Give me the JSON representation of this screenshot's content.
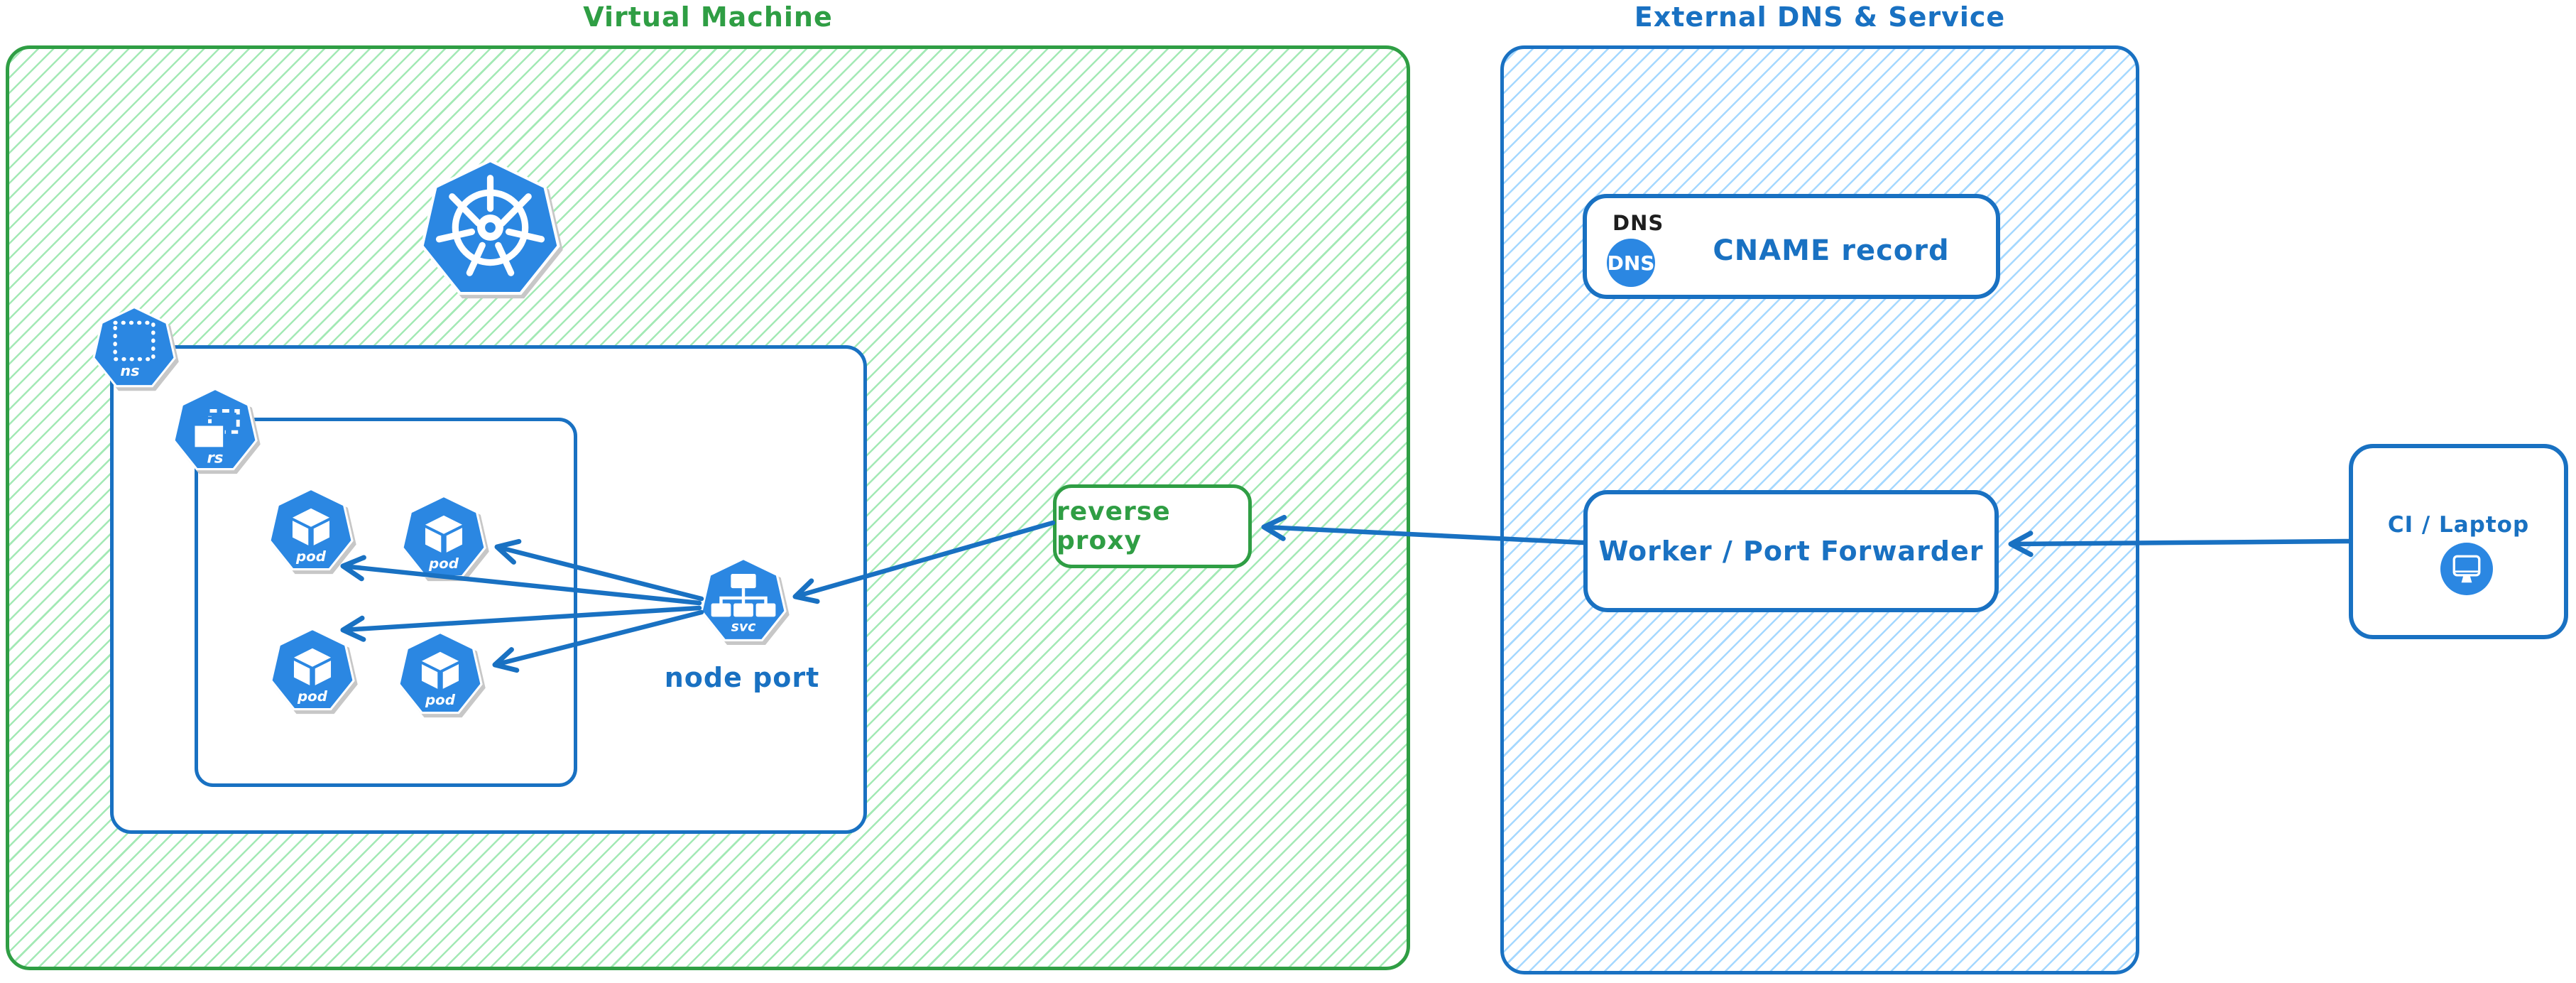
{
  "vm": {
    "title": "Virtual Machine"
  },
  "cluster": {
    "k8s_icon": "kubernetes-logo",
    "ns_label": "ns",
    "rs_label": "rs",
    "svc_label": "svc",
    "pod_labels": [
      "pod",
      "pod",
      "pod",
      "pod"
    ],
    "node_port_label": "node port"
  },
  "reverse_proxy": {
    "label": "reverse proxy"
  },
  "external": {
    "title": "External DNS & Service",
    "dns_box": {
      "tag": "DNS",
      "icon_text": "DNS",
      "label": "CNAME record"
    },
    "worker": {
      "label": "Worker / Port Forwarder"
    }
  },
  "ci": {
    "label": "CI / Laptop"
  },
  "colors": {
    "green_stroke": "#2f9e44",
    "green_hatch": "#a3e9b5",
    "blue_stroke": "#1971c2",
    "blue_hatch": "#a5d8ff",
    "icon_blue": "#2b87e2",
    "tag_black": "#1e1e1e",
    "shadow_gray": "#c7c7c7"
  }
}
